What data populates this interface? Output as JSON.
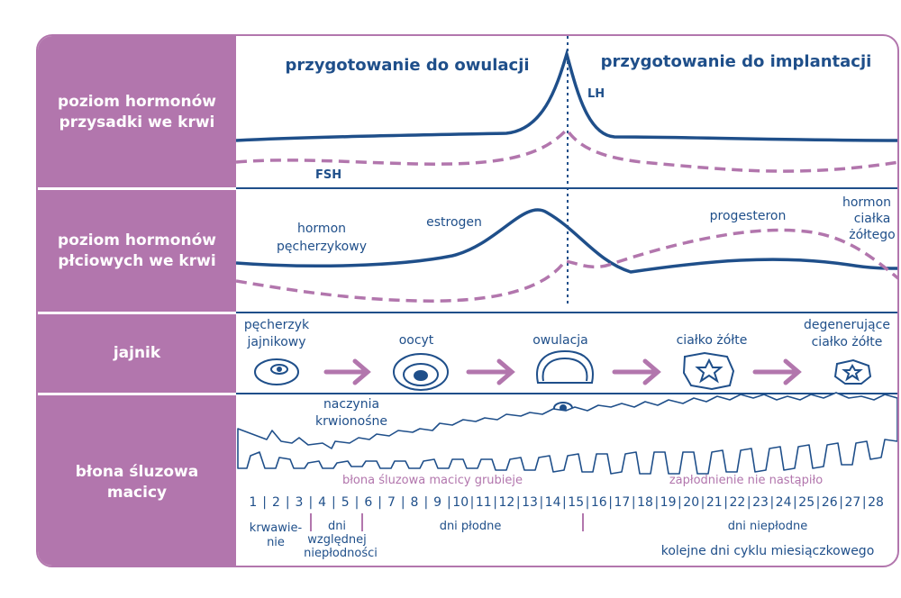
{
  "sidebar": {
    "row1": [
      "poziom hormonów",
      "przysadki we krwi"
    ],
    "row2": [
      "poziom hormonów",
      "płciowych we krwi"
    ],
    "row3": [
      "jajnik"
    ],
    "row4": [
      "błona śluzowa",
      "macicy"
    ]
  },
  "phases": {
    "left": "przygotowanie do owulacji",
    "right": "przygotowanie do implantacji"
  },
  "pituitary": {
    "lh": "LH",
    "fsh": "FSH"
  },
  "sex_hormones": {
    "follicular": [
      "hormon",
      "pęcherzykowy"
    ],
    "estrogen": "estrogen",
    "progesterone": "progesteron",
    "corpus_hormone": [
      "hormon",
      "ciałka",
      "żółtego"
    ]
  },
  "ovary": {
    "stage1": [
      "pęcherzyk",
      "jajnikowy"
    ],
    "stage2": [
      "oocyt"
    ],
    "stage3": [
      "owulacja"
    ],
    "stage4": [
      "ciałko żółte"
    ],
    "stage5": [
      "degenerujące",
      "ciałko żółte"
    ]
  },
  "uterus": {
    "vessels": [
      "naczynia",
      "krwionośne"
    ],
    "thickening": "błona śluzowa macicy grubieje",
    "no_fertilization": "zapłodnienie nie nastąpiło"
  },
  "days": [
    "1",
    "2",
    "3",
    "4",
    "5",
    "6",
    "7",
    "8",
    "9",
    "10",
    "11",
    "12",
    "13",
    "14",
    "15",
    "16",
    "17",
    "18",
    "19",
    "20",
    "21",
    "22",
    "23",
    "24",
    "25",
    "26",
    "27",
    "28"
  ],
  "bottom": {
    "menstruation": [
      "krwawie-",
      "nie"
    ],
    "relative_infertile": [
      "dni",
      "względnej",
      "niepłodności"
    ],
    "fertile": "dni płodne",
    "infertile": "dni niepłodne",
    "axis_caption": "kolejne dni cyklu miesiączkowego"
  },
  "colors": {
    "purple": "#b276ad",
    "navy": "#1f4f8a",
    "text_navy": "#1f3f7a"
  },
  "icons": [
    "arrow-right-icon",
    "follicle-icon",
    "oocyte-icon",
    "ovulation-icon",
    "corpus-luteum-icon",
    "degenerating-corpus-luteum-icon"
  ]
}
